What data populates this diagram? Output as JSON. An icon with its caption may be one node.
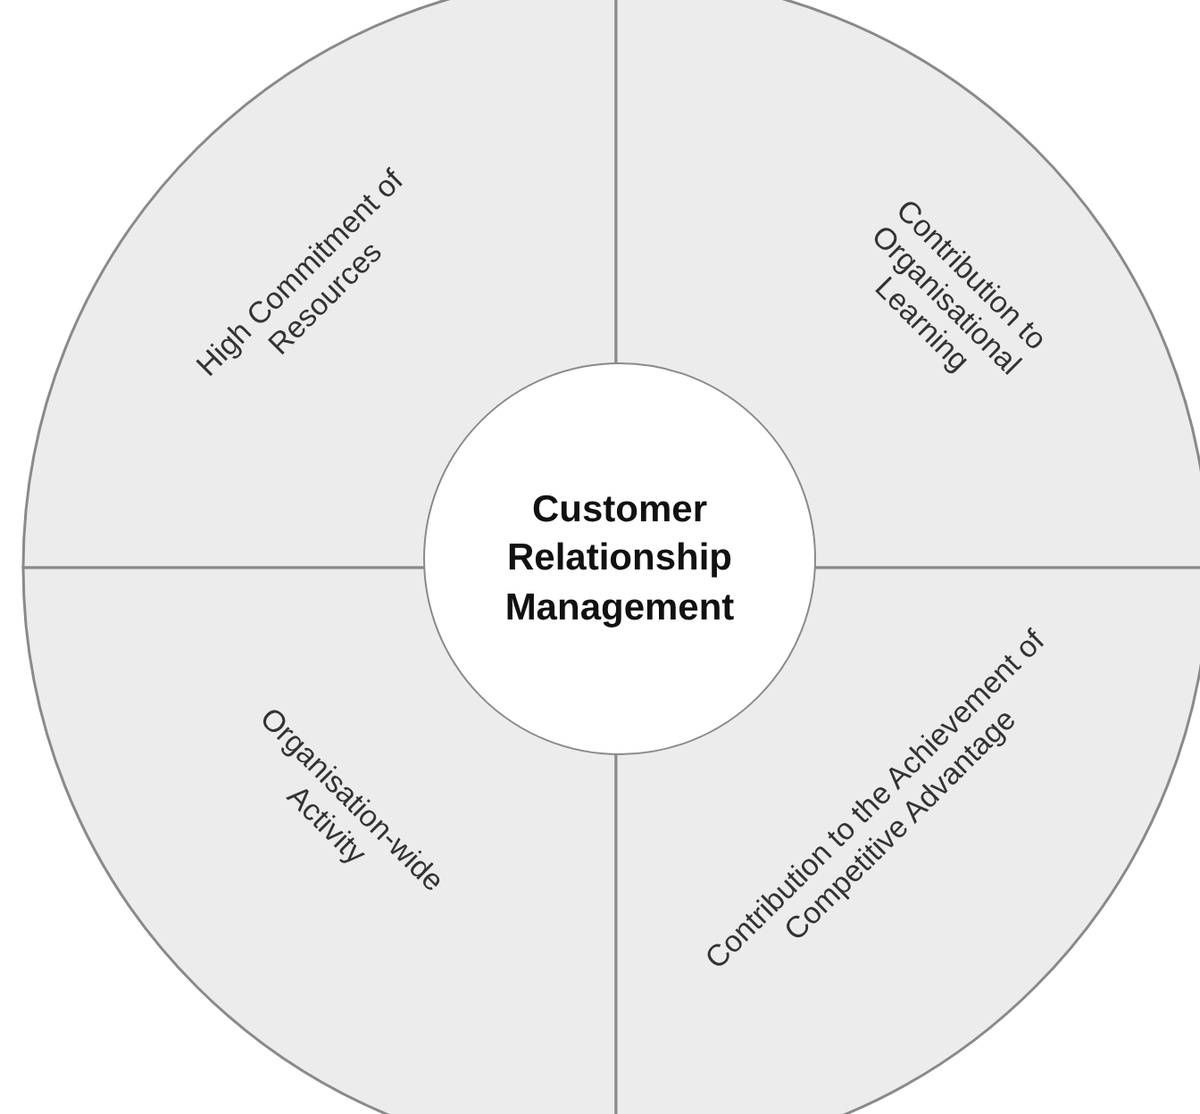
{
  "diagram": {
    "nodes": [
      {
        "text": [
          "High Commitment of Resources"
        ]
      },
      {
        "text": [
          "Contribution to Organisational Learning"
        ]
      },
      {
        "text": [
          "Organisation-wide Activity"
        ]
      },
      {
        "text": [
          "Contribution to the Achievement of Competitive Advantage"
        ]
      },
      {
        "text": [
          "Customer Relationship Management"
        ]
      }
    ]
  }
}
